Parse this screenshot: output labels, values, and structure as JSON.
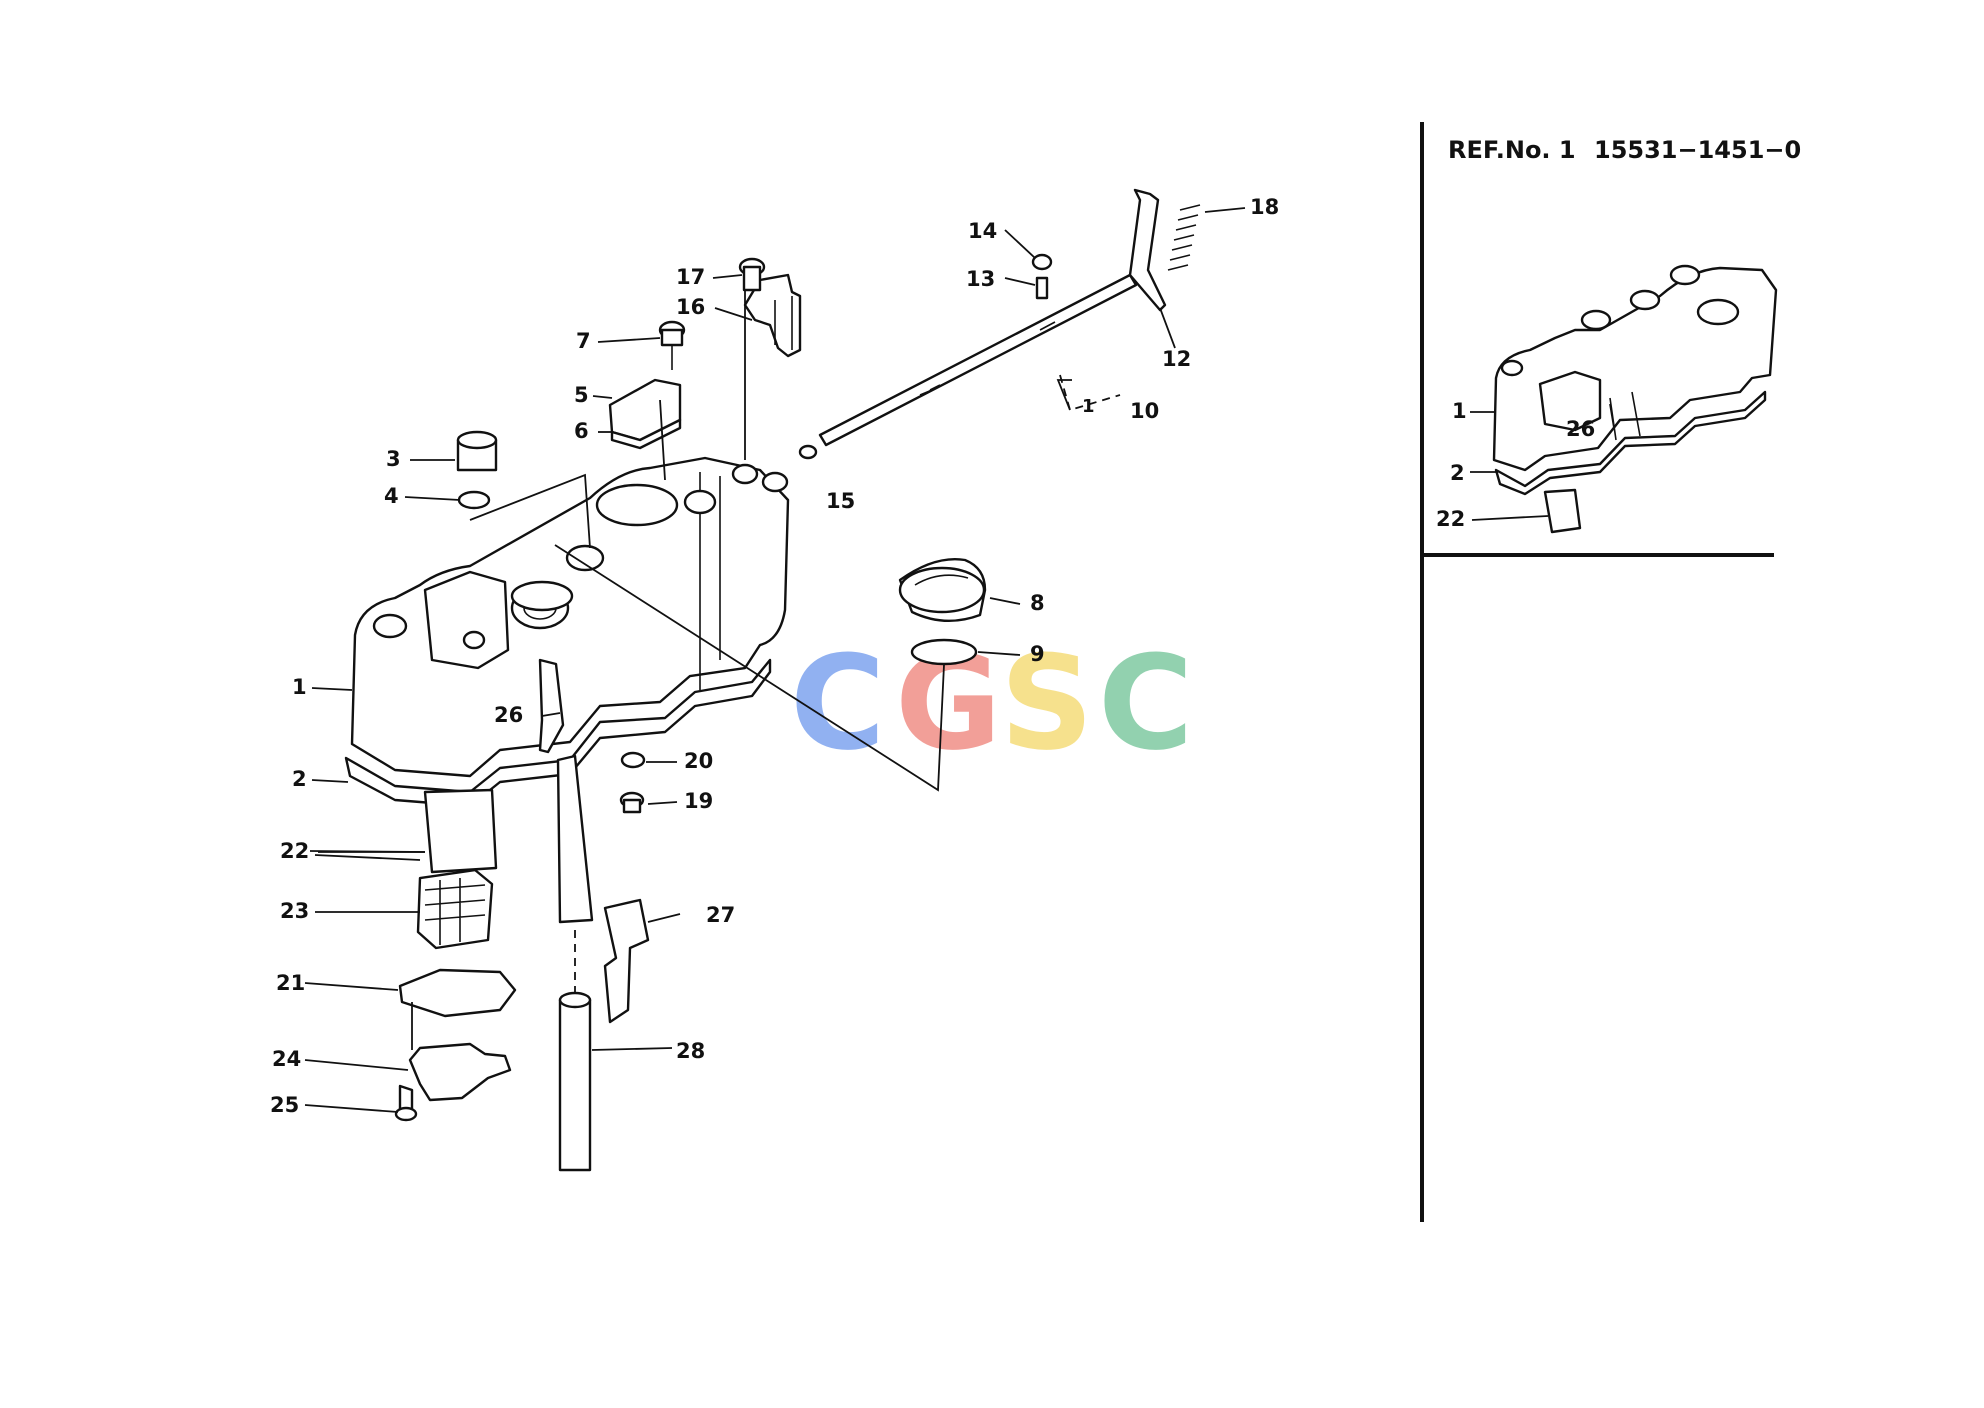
{
  "header": {
    "ref_label": "REF.No. 1",
    "part_number": "15531−1451−0"
  },
  "watermark": {
    "letters": [
      "C",
      "G",
      "S",
      "C"
    ],
    "colors": [
      "#7ea4ef",
      "#f08f87",
      "#f5dc7a",
      "#7fc9a2"
    ]
  },
  "callouts": {
    "c1": "1",
    "c2": "2",
    "c3": "3",
    "c4": "4",
    "c5": "5",
    "c6": "6",
    "c7": "7",
    "c8": "8",
    "c9": "9",
    "c10": "10",
    "c10_sub": "1",
    "c12": "12",
    "c13": "13",
    "c14": "14",
    "c15": "15",
    "c16": "16",
    "c17": "17",
    "c18": "18",
    "c19": "19",
    "c20": "20",
    "c21": "21",
    "c22": "22",
    "c23": "23",
    "c24": "24",
    "c25": "25",
    "c26": "26",
    "c27": "27",
    "c28": "28"
  },
  "inset_callouts": {
    "c1": "1",
    "c2": "2",
    "c22": "22",
    "c26": "26"
  }
}
